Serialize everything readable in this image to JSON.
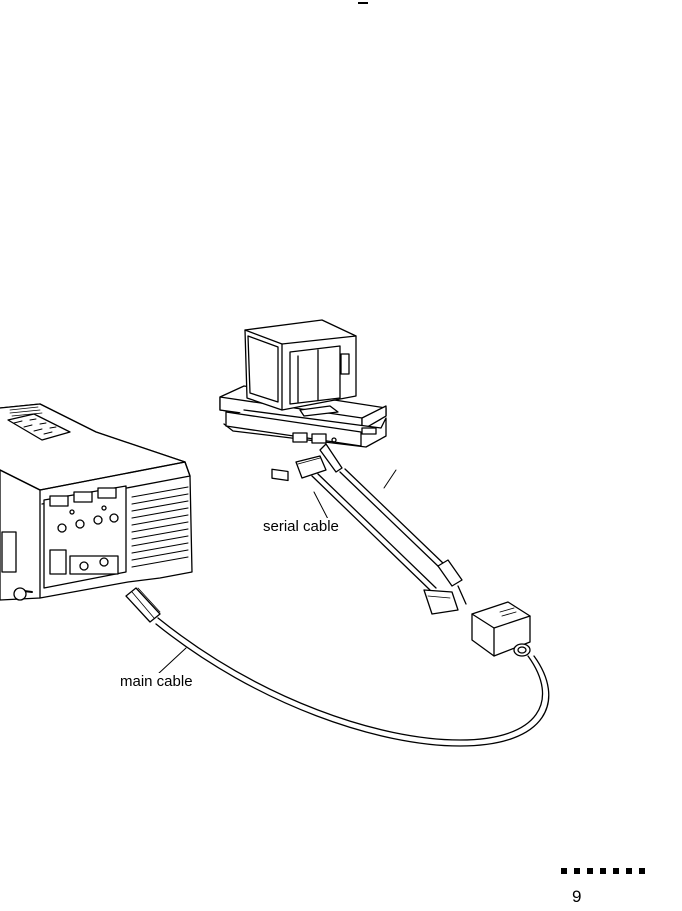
{
  "labels": {
    "serial_cable": "serial cable",
    "main_cable": "main cable"
  },
  "footer": {
    "page_number": "9",
    "marker_count": 7
  }
}
